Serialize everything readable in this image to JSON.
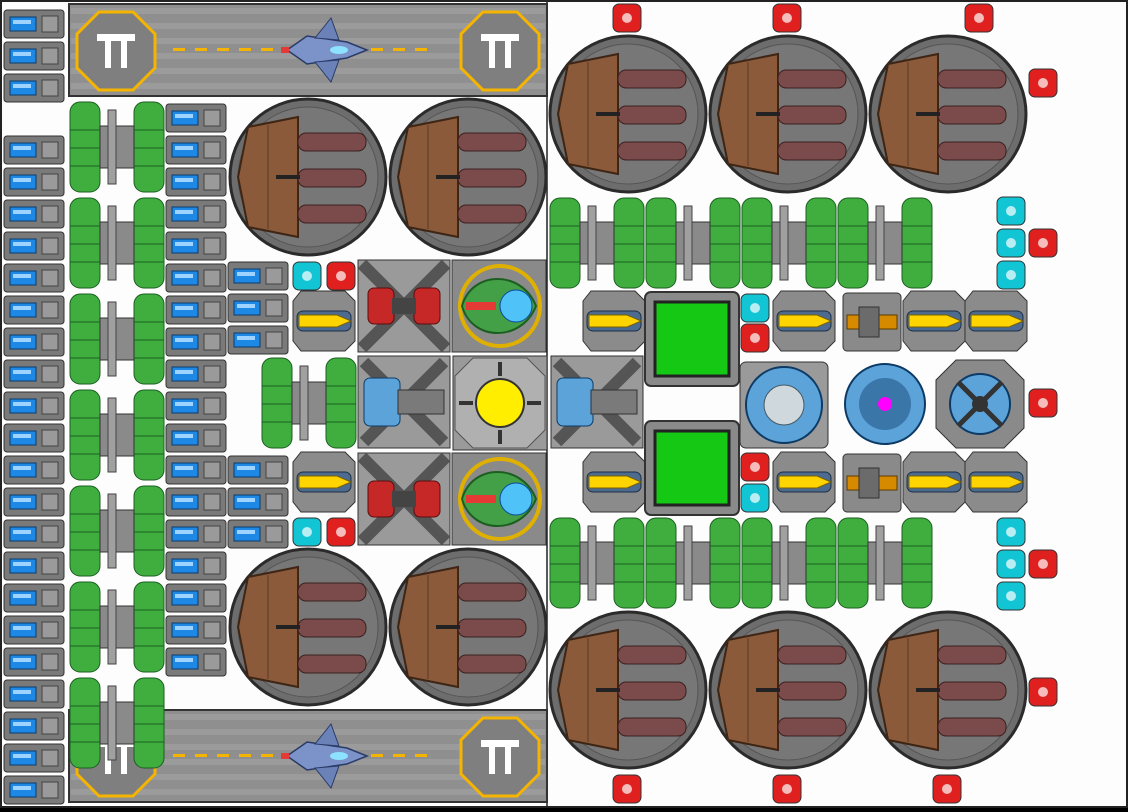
{
  "game": {
    "view": "ship-builder-grid",
    "module_types": [
      "hangar",
      "landing-pad",
      "fighter-jet",
      "battery-cell",
      "power-tank",
      "reactor-turret",
      "missile-launcher",
      "red-laser-turret",
      "green-plasma-cannon",
      "core-module",
      "ion-cannon",
      "cargo-hold",
      "railgun",
      "shield-generator",
      "tractor-beam",
      "radar-dish",
      "armor-light",
      "sensor-light"
    ],
    "colors": {
      "background": "#fdfdfd",
      "hull_gray": "#8a8a8a",
      "tank_green": "#3fae3f",
      "battery_blue": "#1e88e5",
      "reactor_brown": "#8b5a3a",
      "core_yellow": "#ffee00",
      "cargo_green": "#14c814",
      "shield_blue": "#5ba3d9",
      "magenta": "#ff00ff",
      "cyan_light": "#12c5d4",
      "red_light": "#e01f1f",
      "hangar_stripe": "#f5b400"
    }
  }
}
